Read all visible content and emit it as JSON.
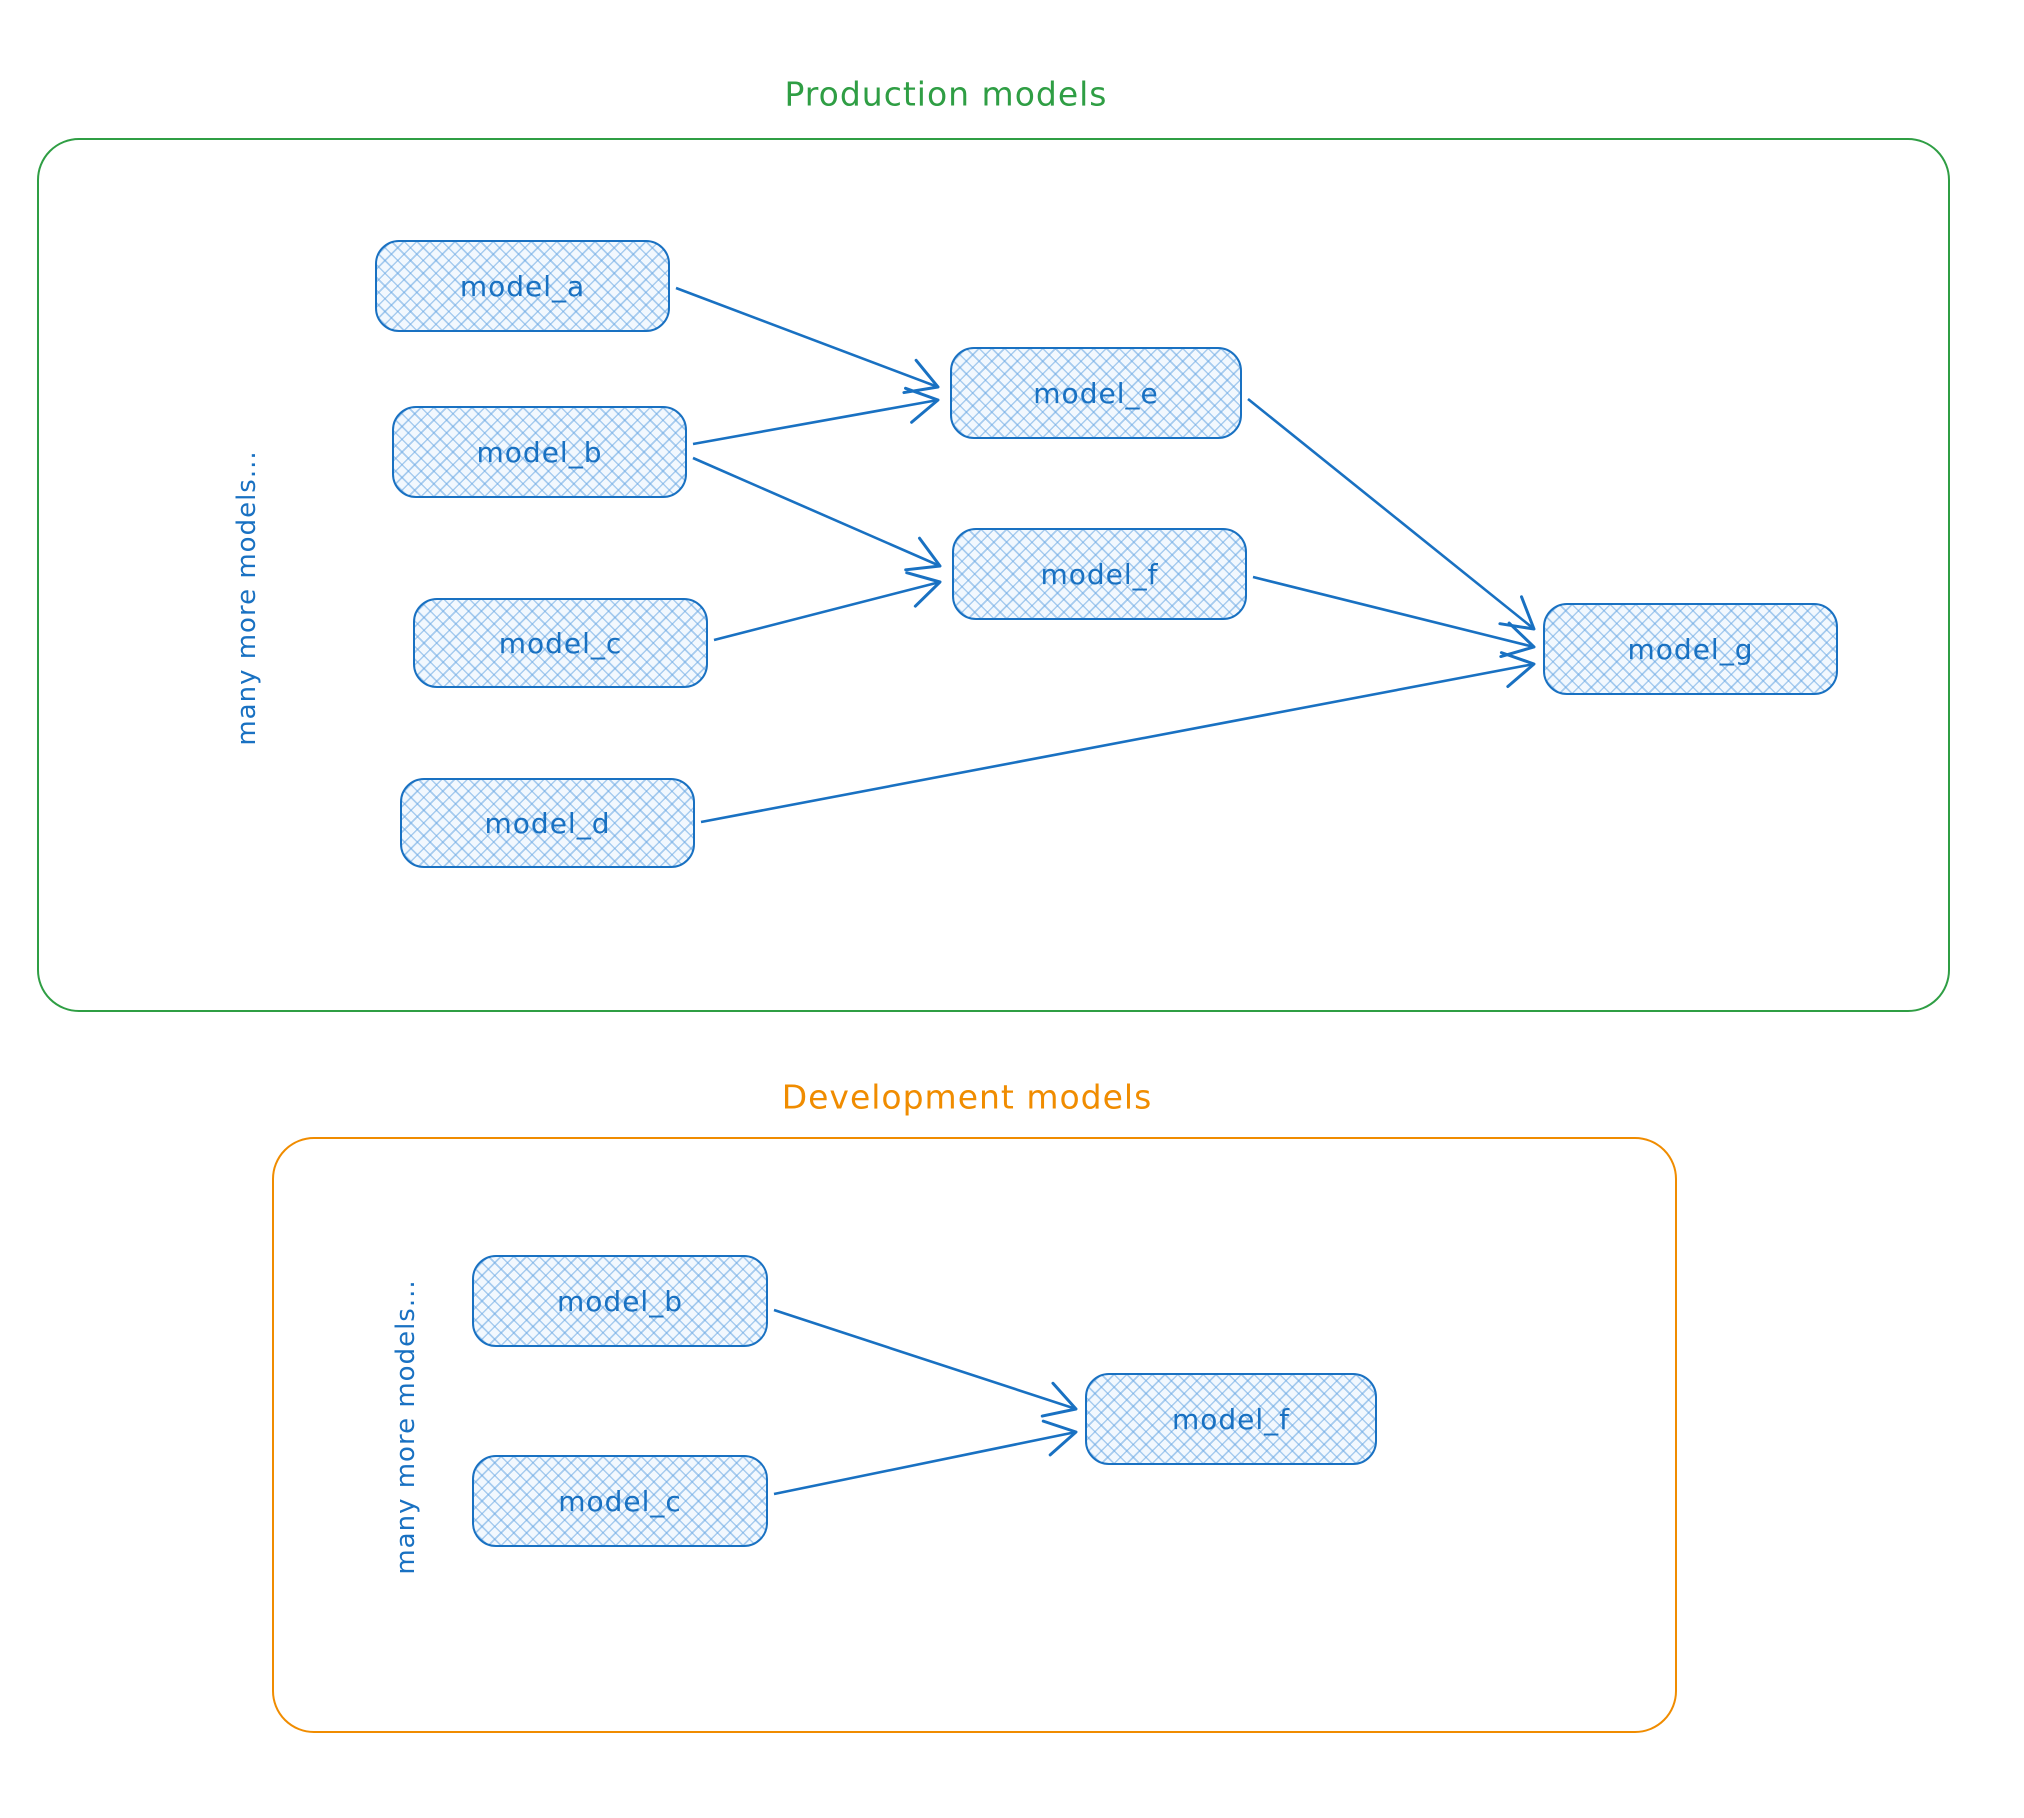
{
  "production": {
    "title": "Production models",
    "side_label": "many more models...",
    "accent_color": "#2f9e44",
    "nodes": {
      "a": "model_a",
      "b": "model_b",
      "c": "model_c",
      "d": "model_d",
      "e": "model_e",
      "f": "model_f",
      "g": "model_g"
    },
    "edges": [
      "model_a -> model_e",
      "model_b -> model_e",
      "model_b -> model_f",
      "model_c -> model_f",
      "model_e -> model_g",
      "model_f -> model_g",
      "model_d -> model_g"
    ]
  },
  "development": {
    "title": "Development models",
    "side_label": "many more models...",
    "accent_color": "#f08c00",
    "nodes": {
      "b": "model_b",
      "c": "model_c",
      "f": "model_f"
    },
    "edges": [
      "model_b -> model_f",
      "model_c -> model_f"
    ]
  },
  "style": {
    "node_stroke_color": "#1971c2",
    "node_fill_color": "#d6e9fb",
    "arrow_color": "#1971c2"
  }
}
